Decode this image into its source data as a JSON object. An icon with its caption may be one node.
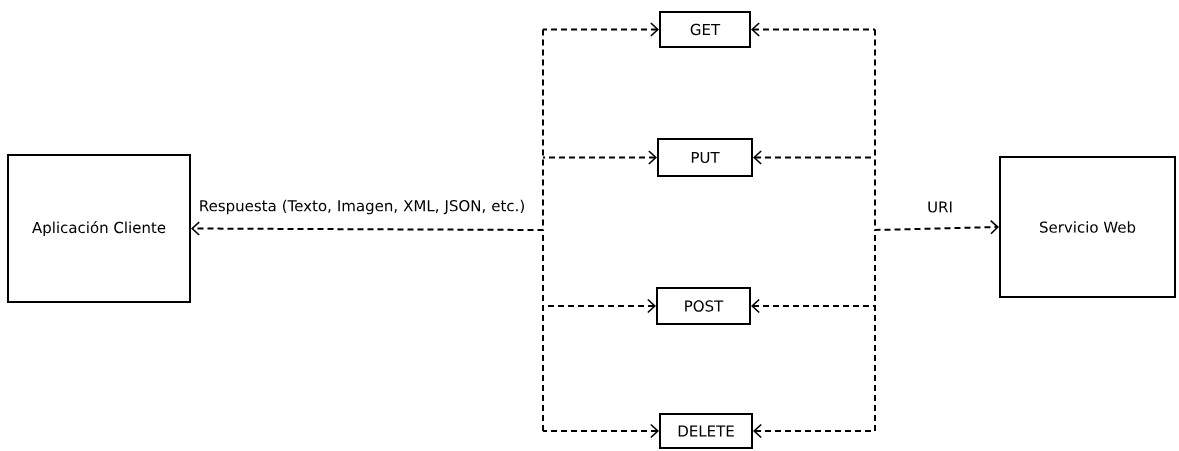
{
  "diagram": {
    "nodes": [
      {
        "text": [
          "Aplicación Cliente"
        ]
      },
      {
        "text": [
          "GET"
        ]
      },
      {
        "text": [
          "PUT"
        ]
      },
      {
        "text": [
          "POST"
        ]
      },
      {
        "text": [
          "DELETE"
        ]
      },
      {
        "text": [
          "Servicio Web"
        ]
      }
    ],
    "edges": [
      {
        "from": 1,
        "to": 0,
        "arrow": "both",
        "style": "dashed"
      },
      {
        "from": 2,
        "to": 0,
        "arrow": "both",
        "style": "dashed"
      },
      {
        "from": 3,
        "to": 0,
        "arrow": "both",
        "style": "dashed"
      },
      {
        "from": 4,
        "to": 0,
        "arrow": "both",
        "style": "dashed"
      },
      {
        "from": 1,
        "to": 5,
        "arrow": "both",
        "style": "dashed"
      },
      {
        "from": 2,
        "to": 5,
        "arrow": "both",
        "style": "dashed"
      },
      {
        "from": 3,
        "to": 5,
        "arrow": "both",
        "style": "dashed"
      },
      {
        "from": 4,
        "to": 5,
        "arrow": "both",
        "style": "dashed"
      }
    ],
    "labels": [
      "Respuesta (Texto, Imagen, XML, JSON, etc.)",
      "URI"
    ]
  }
}
